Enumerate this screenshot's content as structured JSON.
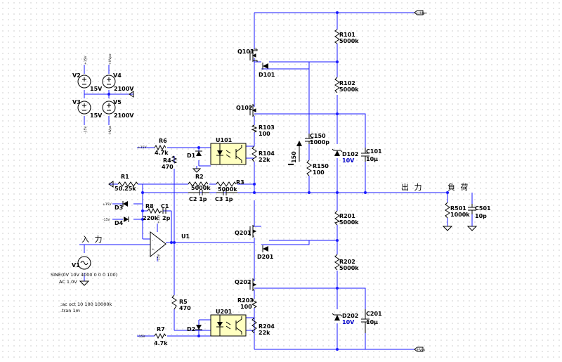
{
  "components": {
    "Q101": "Q101",
    "Q102": "Q102",
    "Q201": "Q201",
    "Q202": "Q202",
    "D101": "D101",
    "D201": "D201",
    "D102": "D102",
    "D102v": "10V",
    "D202": "D202",
    "D202v": "10V",
    "D1": "D1",
    "D2": "D2",
    "D3": "D3",
    "D4": "D4",
    "R101": "R101",
    "R101v": "5000k",
    "R102": "R102",
    "R102v": "5000k",
    "R103": "R103",
    "R103v": "100",
    "R104": "R104",
    "R104v": "22k",
    "R150": "R150",
    "R150v": "100",
    "R201": "R201",
    "R201v": "5000k",
    "R202": "R202",
    "R202v": "5000k",
    "R203": "R203",
    "R203v": "100",
    "R204": "R204",
    "R204v": "22k",
    "R501": "R501",
    "R501v": "1000k",
    "R1": "R1",
    "R1v": "50.25k",
    "R2": "R2",
    "R2v": "5000k",
    "R3": "R3",
    "R3v": "5000k",
    "R4": "R4",
    "R4v": "470",
    "R5": "R5",
    "R5v": "470",
    "R6": "R6",
    "R6v": "4.7k",
    "R7": "R7",
    "R7v": "4.7k",
    "R8": "R8",
    "R8v": "220k",
    "C1": "C1",
    "C1v": "2p",
    "C2": "C2",
    "C2v": "1p",
    "C3": "C3",
    "C3v": "1p",
    "C101": "C101",
    "C101v": "10µ",
    "C150": "C150",
    "C150v": "1000p",
    "C201": "C201",
    "C201v": "10µ",
    "C501": "C501",
    "C501v": "10p",
    "U1": "U1",
    "U101": "U101",
    "U201": "U201",
    "V1": "V1",
    "V2": "V2",
    "V2v": "15V",
    "V3": "V3",
    "V3v": "15V",
    "V4": "V4",
    "V4v": "2100V",
    "V5": "V5",
    "V5v": "2100V"
  },
  "nets": {
    "hvp": "+HVps",
    "hvm": "-HVps",
    "p15": "+15V",
    "m15": "-15V",
    "p15_r6": "+15V",
    "m15_r7": "-15V",
    "p15_d3": "+15V",
    "m15_d4": "-15V",
    "p15_u1": "+15V",
    "m15_u1": "-15V",
    "v2top": "+15V",
    "v3bot": "-15V",
    "v4top": "+HVps",
    "v5bot": "-HVps"
  },
  "labels": {
    "input": "入 力",
    "output": "出 力",
    "load": "負 荷",
    "current_main": "I",
    "current_sub": "150"
  },
  "source": {
    "v1_line1": "SINE(0V 10V 4000 0 0 0 100)",
    "v1_line2": "AC 1.0V"
  },
  "directives": {
    "ac": ";ac oct 10 100 10000k",
    "tran": ".tran 1m"
  },
  "colors": {
    "wire": "#1a1aff",
    "component": "#000000",
    "zener_value": "#0000c8",
    "opto_fill": "#ffffc0",
    "grid_dot": "#a0a0a0"
  }
}
